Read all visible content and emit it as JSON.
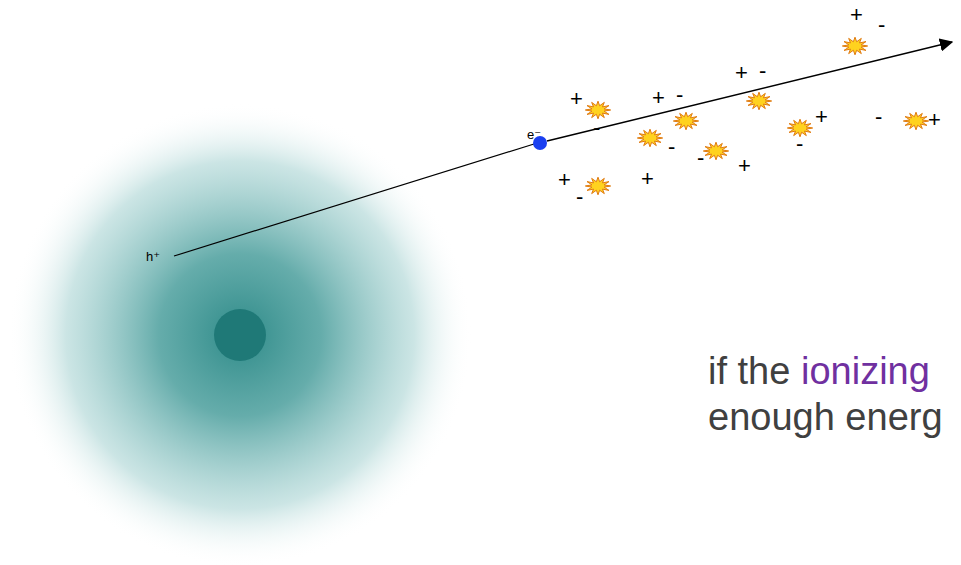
{
  "diagram": {
    "labels": [
      "h⁺",
      "e⁻",
      "+",
      "-",
      "+",
      "-",
      "+",
      "+",
      "-",
      "-",
      "-",
      "+",
      "+",
      "-",
      "-",
      "-",
      "+",
      "+",
      "-",
      "+",
      "if the",
      "ionizing",
      "enough energ"
    ]
  }
}
